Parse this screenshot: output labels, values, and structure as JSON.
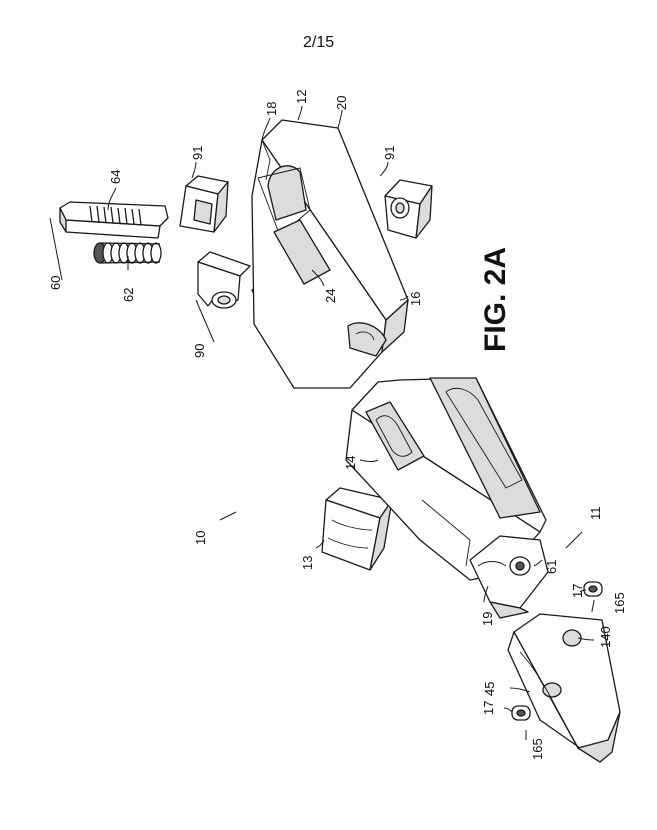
{
  "sheet": {
    "number": "2/15"
  },
  "figure": {
    "title": "FIG. 2A"
  },
  "labels": {
    "l10": "10",
    "l11": "11",
    "l12": "12",
    "l13": "13",
    "l14": "14",
    "l16": "16",
    "l17a": "17",
    "l17b": "17",
    "l18": "18",
    "l19": "19",
    "l20": "20",
    "l24": "24",
    "l45": "45",
    "l60": "60",
    "l61": "61",
    "l62": "62",
    "l64": "64",
    "l90": "90",
    "l91a": "91",
    "l91b": "91",
    "l140": "140",
    "l165a": "165",
    "l165b": "165"
  }
}
